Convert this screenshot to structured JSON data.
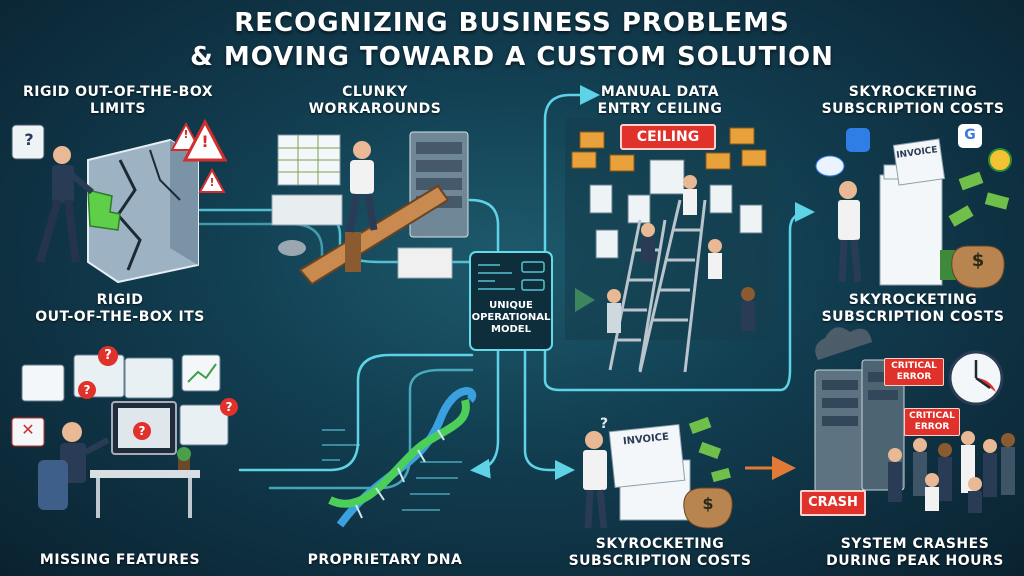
{
  "title": {
    "line1": "RECOGNIZING BUSINESS PROBLEMS",
    "line2": "& MOVING TOWARD A CUSTOM SOLUTION"
  },
  "labels": {
    "rigid_limits": {
      "line1": "RIGID OUT-OF-THE-BOX",
      "line2": "LIMITS"
    },
    "clunky": {
      "line1": "CLUNKY",
      "line2": "WORKAROUNDS"
    },
    "manual": {
      "line1": "MANUAL DATA",
      "line2": "ENTRY CEILING"
    },
    "sky_top": {
      "line1": "SKYROCKETING",
      "line2": "SUBSCRIPTION COSTS"
    },
    "rigid_its": {
      "line1": "RIGID",
      "line2": "OUT-OF-THE-BOX ITS"
    },
    "sky_mid": {
      "line1": "SKYROCKETING",
      "line2": "SUBSCRIPTION COSTS"
    },
    "missing": {
      "line1": "MISSING FEATURES"
    },
    "dna": {
      "line1": "PROPRIETARY DNA"
    },
    "sky_bottom": {
      "line1": "SKYROCKETING",
      "line2": "SUBSCRIPTION COSTS"
    },
    "crashes": {
      "line1": "SYSTEM CRASHES",
      "line2": "DURING PEAK HOURS"
    }
  },
  "center_box": {
    "line1": "UNIQUE",
    "line2": "OPERATIONAL",
    "line3": "MODEL"
  },
  "tags": {
    "ceiling": "CEILING",
    "invoice_top": "INVOICE",
    "invoice_bottom": "INVOICE",
    "critical_1": {
      "line1": "CRITICAL",
      "line2": "ERROR"
    },
    "critical_2": {
      "line1": "CRITICAL",
      "line2": "ERROR"
    },
    "crash": "CRASH",
    "dollar": "$",
    "app_g": "G",
    "question": "?",
    "warning": "!",
    "x_mark": "✕"
  },
  "colors": {
    "flow_line": "#5fd3e6",
    "accent_green": "#6be06b",
    "warning_red": "#e0312b",
    "background": "#123f52"
  }
}
